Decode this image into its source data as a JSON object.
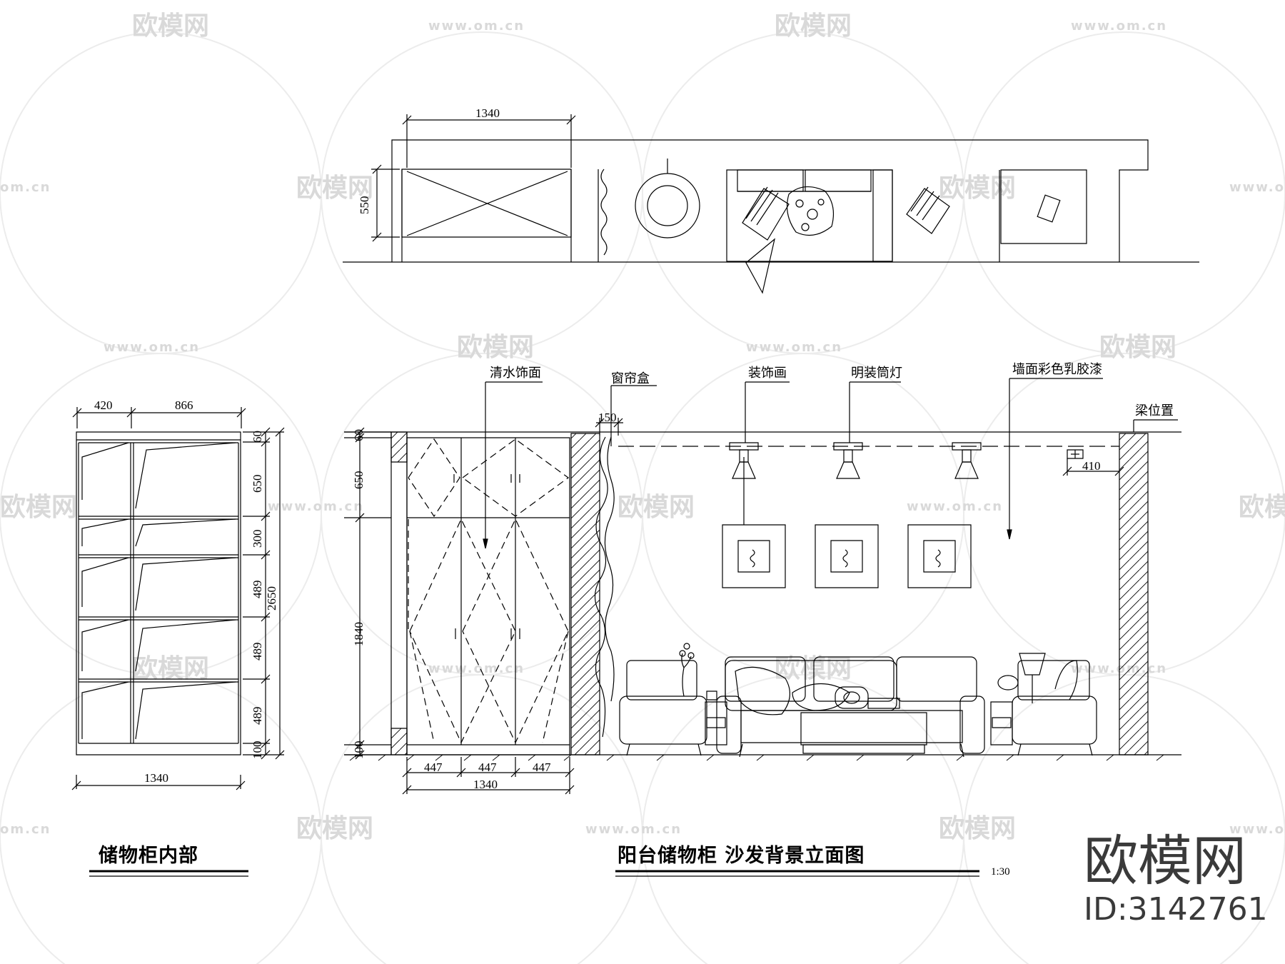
{
  "watermark": {
    "brand": "欧模网",
    "url": "www.om.cn",
    "url_short": "om.cn"
  },
  "plan_view": {
    "dim_width": "1340",
    "dim_depth": "550"
  },
  "cabinet_interior": {
    "title": "储物柜内部",
    "dim_top_left": "420",
    "dim_top_right": "866",
    "dim_bottom": "1340",
    "dim_total_height": "2650",
    "dim_sections": [
      "60",
      "650",
      "300",
      "489",
      "489",
      "489",
      "100"
    ]
  },
  "elevation": {
    "title": "阳台储物柜  沙发背景立面图",
    "scale": "1:30",
    "labels": {
      "qingshui": "清水饰面",
      "curtain_box": "窗帘盒",
      "decor_painting": "装饰画",
      "downlight": "明装筒灯",
      "wall_paint": "墙面彩色乳胶漆",
      "beam": "梁位置"
    },
    "dim_curtain": "150",
    "dim_beam": "410",
    "dim_left_sections": [
      "60",
      "650",
      "1840",
      "100"
    ],
    "dim_bottom_parts": [
      "447",
      "447",
      "447"
    ],
    "dim_bottom_total": "1340"
  },
  "logo": {
    "name": "欧模网",
    "id": "ID:3142761"
  },
  "colors": {
    "line": "#000000",
    "watermark": "#d9d9d9",
    "logo": "#3a3a3a"
  }
}
